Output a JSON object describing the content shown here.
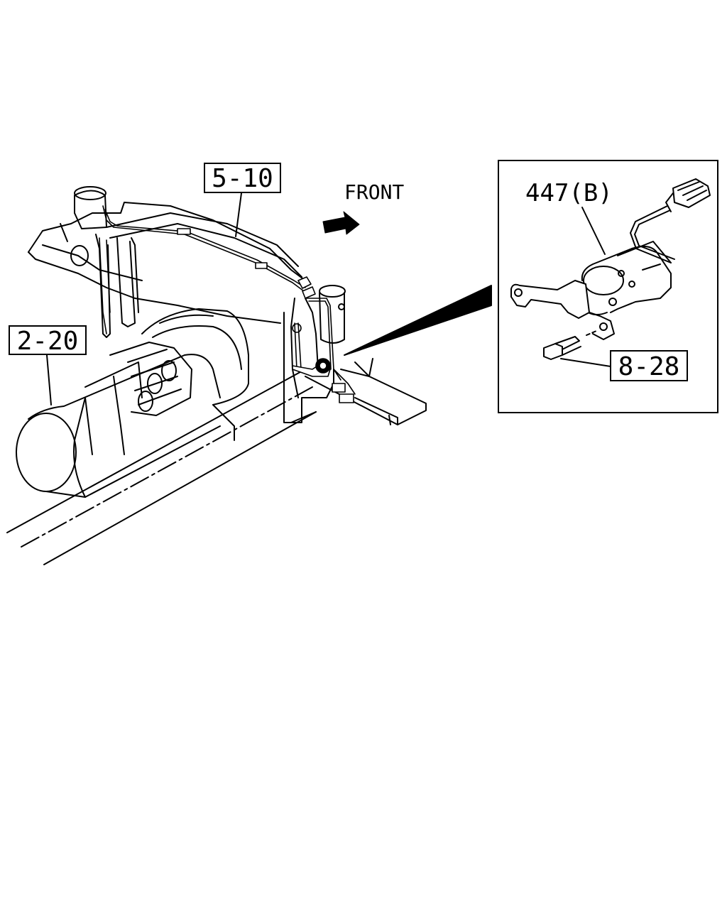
{
  "diagram": {
    "callouts": {
      "c_5_10": "5-10",
      "c_2_20": "2-20",
      "c_8_28": "8-28",
      "c_447b": "447(B)"
    },
    "direction_label": "FRONT"
  }
}
